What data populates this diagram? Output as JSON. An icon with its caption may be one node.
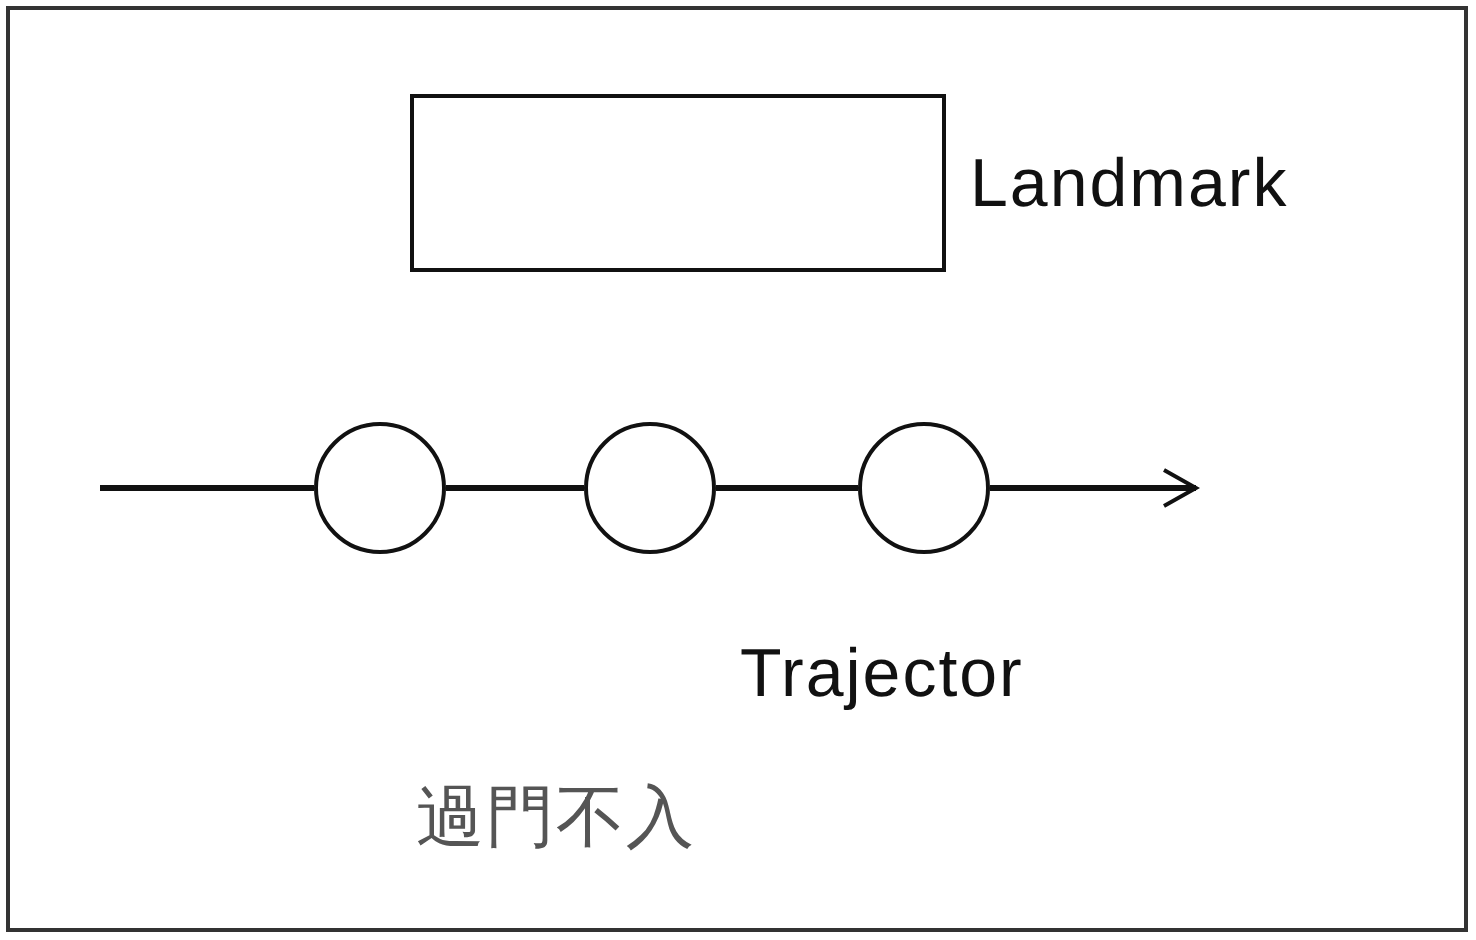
{
  "diagram": {
    "nodes": [
      {
        "text": [],
        "shape": "box",
        "beside": [
          "Landmark"
        ]
      },
      {
        "text": [],
        "shape": "circle"
      },
      {
        "text": [],
        "shape": "circle"
      },
      {
        "text": [],
        "shape": "circle"
      }
    ],
    "edges": [
      {
        "from": null,
        "to": 1,
        "arrow": "none"
      },
      {
        "from": 1,
        "to": 2,
        "arrow": "none"
      },
      {
        "from": 2,
        "to": 3,
        "arrow": "none"
      },
      {
        "from": 3,
        "to": null,
        "arrow": "to"
      }
    ],
    "labels": [
      "Trajector",
      "過門不入"
    ]
  }
}
